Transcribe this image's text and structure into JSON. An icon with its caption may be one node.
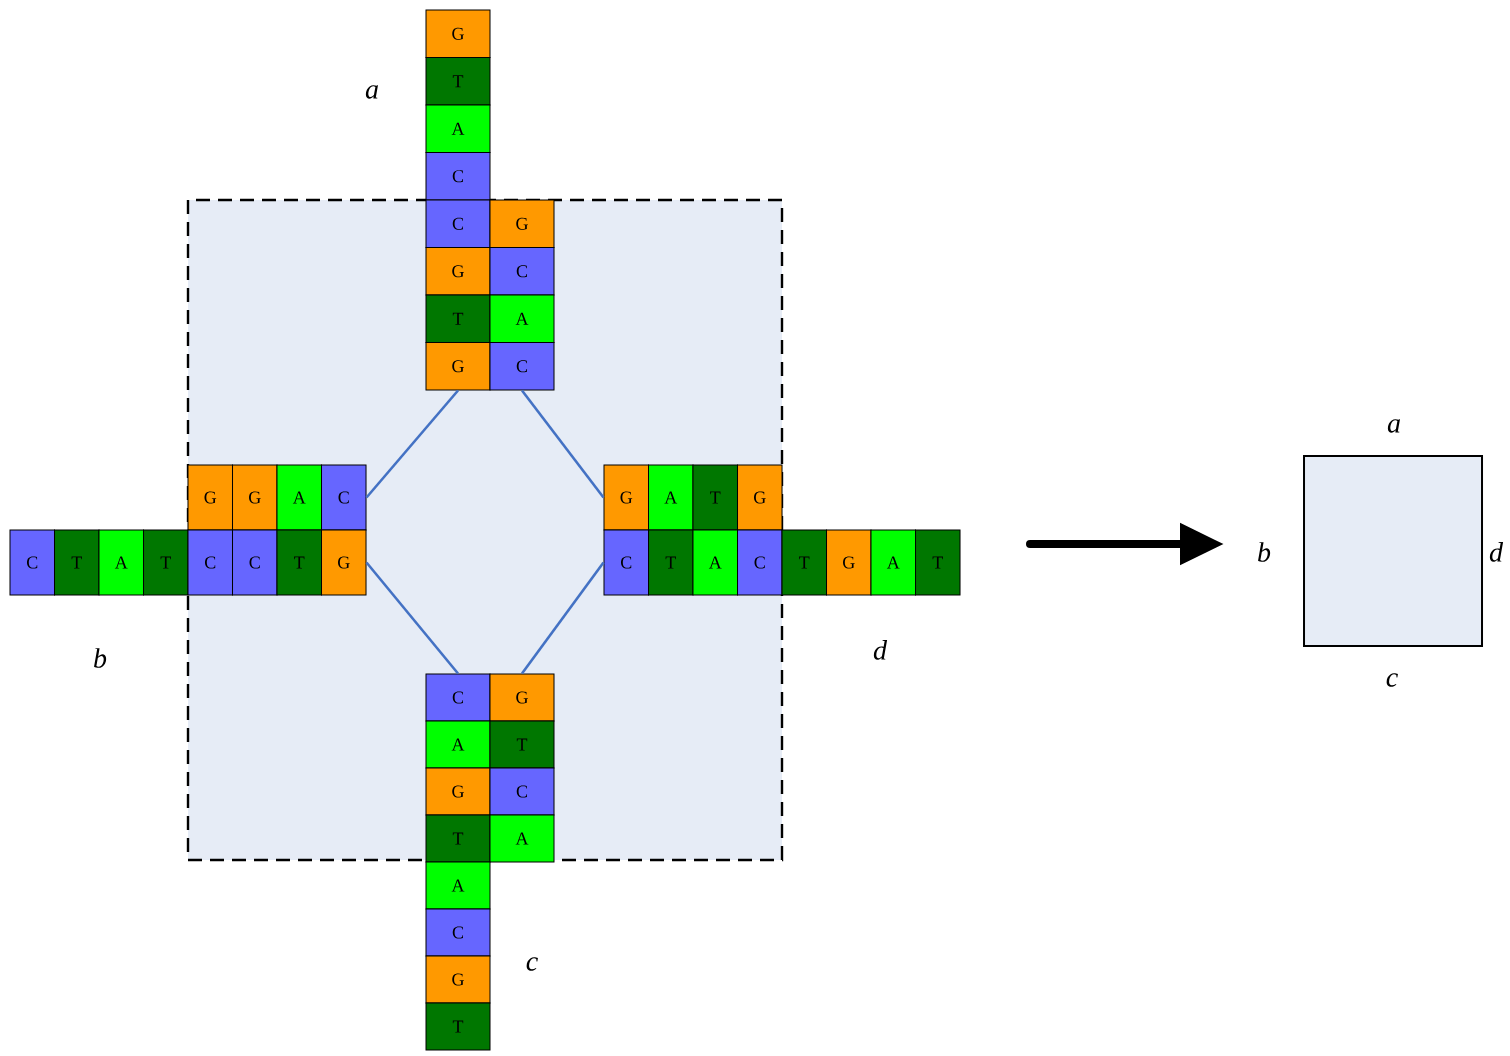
{
  "diagram": {
    "nodes": [
      {
        "text": [],
        "shape": "box"
      },
      {
        "text": [
          "G"
        ]
      },
      {
        "text": [
          "T"
        ]
      },
      {
        "text": [
          "A"
        ]
      },
      {
        "text": [
          "C"
        ]
      },
      {
        "text": [
          "C"
        ],
        "in": 0
      },
      {
        "text": [
          "G"
        ],
        "in": 0
      },
      {
        "text": [
          "G"
        ],
        "in": 0
      },
      {
        "text": [
          "C"
        ],
        "in": 0
      },
      {
        "text": [
          "T"
        ],
        "in": 0
      },
      {
        "text": [
          "A"
        ],
        "in": 0
      },
      {
        "text": [
          "G"
        ],
        "in": 0
      },
      {
        "text": [
          "C"
        ],
        "in": 0
      },
      {
        "text": [
          "G"
        ],
        "in": 0
      },
      {
        "text": [
          "G"
        ],
        "in": 0
      },
      {
        "text": [
          "A"
        ],
        "in": 0
      },
      {
        "text": [
          "C"
        ],
        "in": 0
      },
      {
        "text": [
          "C"
        ]
      },
      {
        "text": [
          "T"
        ]
      },
      {
        "text": [
          "A"
        ]
      },
      {
        "text": [
          "T"
        ]
      },
      {
        "text": [
          "C"
        ],
        "in": 0
      },
      {
        "text": [
          "C"
        ],
        "in": 0
      },
      {
        "text": [
          "T"
        ],
        "in": 0
      },
      {
        "text": [
          "G"
        ],
        "in": 0
      },
      {
        "text": [
          "G"
        ],
        "in": 0
      },
      {
        "text": [
          "A"
        ],
        "in": 0
      },
      {
        "text": [
          "T"
        ],
        "in": 0
      },
      {
        "text": [
          "G"
        ],
        "in": 0
      },
      {
        "text": [
          "C"
        ],
        "in": 0
      },
      {
        "text": [
          "T"
        ],
        "in": 0
      },
      {
        "text": [
          "A"
        ],
        "in": 0
      },
      {
        "text": [
          "C"
        ],
        "in": 0
      },
      {
        "text": [
          "T"
        ]
      },
      {
        "text": [
          "G"
        ]
      },
      {
        "text": [
          "A"
        ]
      },
      {
        "text": [
          "T"
        ]
      },
      {
        "text": [
          "C"
        ],
        "in": 0
      },
      {
        "text": [
          "G"
        ],
        "in": 0
      },
      {
        "text": [
          "A"
        ],
        "in": 0
      },
      {
        "text": [
          "T"
        ],
        "in": 0
      },
      {
        "text": [
          "G"
        ],
        "in": 0
      },
      {
        "text": [
          "C"
        ],
        "in": 0
      },
      {
        "text": [
          "T"
        ],
        "in": 0
      },
      {
        "text": [
          "A"
        ],
        "in": 0
      },
      {
        "text": [
          "A"
        ]
      },
      {
        "text": [
          "C"
        ]
      },
      {
        "text": [
          "G"
        ]
      },
      {
        "text": [
          "T"
        ]
      },
      {
        "text": [],
        "shape": "box",
        "beside": [
          "a",
          "b",
          "c",
          "d"
        ]
      }
    ],
    "edges": [
      {
        "from": 11,
        "to": 16,
        "arrow": "none"
      },
      {
        "from": 12,
        "to": 25,
        "arrow": "none"
      },
      {
        "from": 24,
        "to": 37,
        "arrow": "none"
      },
      {
        "from": 29,
        "to": 38,
        "arrow": "none"
      }
    ],
    "labels": [
      "a",
      "b",
      "d",
      "c"
    ]
  }
}
